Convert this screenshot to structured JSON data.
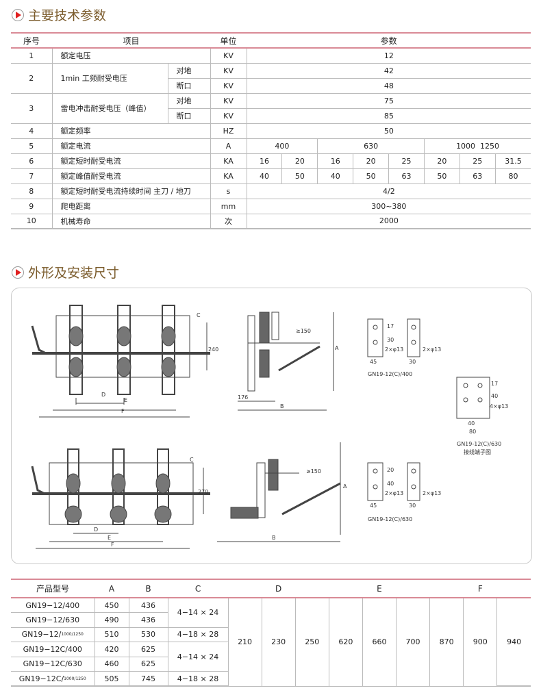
{
  "section1": {
    "title": "主要技术参数"
  },
  "params_table": {
    "headers": [
      "序号",
      "项目",
      "单位",
      "参数"
    ],
    "rows": [
      {
        "no": "1",
        "item": "额定电压",
        "unit": "KV",
        "values": [
          "12"
        ]
      },
      {
        "no": "2",
        "item": "1min 工频耐受电压",
        "sub": [
          {
            "label": "对地",
            "unit": "KV",
            "value": "42"
          },
          {
            "label": "断口",
            "unit": "KV",
            "value": "48"
          }
        ]
      },
      {
        "no": "3",
        "item": "雷电冲击耐受电压（峰值）",
        "sub": [
          {
            "label": "对地",
            "unit": "KV",
            "value": "75"
          },
          {
            "label": "断口",
            "unit": "KV",
            "value": "85"
          }
        ]
      },
      {
        "no": "4",
        "item": "额定频率",
        "unit": "HZ",
        "values": [
          "50"
        ]
      },
      {
        "no": "5",
        "item": "额定电流",
        "unit": "A",
        "values": [
          "400",
          "630",
          "1000  1250"
        ]
      },
      {
        "no": "6",
        "item": "额定短时耐受电流",
        "unit": "KA",
        "values": [
          "16",
          "20",
          "16",
          "20",
          "25",
          "20",
          "25",
          "31.5"
        ]
      },
      {
        "no": "7",
        "item": "额定峰值耐受电流",
        "unit": "KA",
        "values": [
          "40",
          "50",
          "40",
          "50",
          "63",
          "50",
          "63",
          "80"
        ]
      },
      {
        "no": "8",
        "item": "额定短时耐受电流持续时间 主刀 / 地刀",
        "unit": "s",
        "values": [
          "4/2"
        ]
      },
      {
        "no": "9",
        "item": "爬电距离",
        "unit": "mm",
        "values": [
          "300~380"
        ]
      },
      {
        "no": "10",
        "item": "机械寿命",
        "unit": "次",
        "values": [
          "2000"
        ]
      }
    ]
  },
  "section2": {
    "title": "外形及安装尺寸"
  },
  "drawing": {
    "labels": {
      "C": "C",
      "D": "D",
      "E": "E",
      "F": "F",
      "A": "A",
      "B": "B",
      "d240": "240",
      "d270": "270",
      "d176": "176",
      "d150": "≥150"
    },
    "terminal_400": {
      "caption": "GN19-12(C)/400",
      "dims": [
        "17",
        "30",
        "2×φ13",
        "45",
        "30"
      ]
    },
    "terminal_630_4": {
      "caption": "GN19-12(C)/630",
      "caption2": "接线端子图",
      "dims": [
        "17",
        "40",
        "4×φ13",
        "40",
        "80"
      ]
    },
    "terminal_630": {
      "caption": "GN19-12(C)/630",
      "dims": [
        "20",
        "40",
        "2×φ13",
        "45",
        "30"
      ]
    }
  },
  "dims_table": {
    "headers": [
      "产品型号",
      "A",
      "B",
      "C",
      "D",
      "E",
      "F"
    ],
    "rows": [
      {
        "model": "GN19−12/400",
        "A": "450",
        "B": "436"
      },
      {
        "model": "GN19−12/630",
        "A": "490",
        "B": "436"
      },
      {
        "model": "GN19−12/",
        "frac": "1000/1250",
        "A": "510",
        "B": "530"
      },
      {
        "model": "GN19−12C/400",
        "A": "420",
        "B": "625"
      },
      {
        "model": "GN19−12C/630",
        "A": "460",
        "B": "625"
      },
      {
        "model": "GN19−12C/",
        "frac": "1000/1250",
        "A": "505",
        "B": "745"
      }
    ],
    "C": [
      "4−14 × 24",
      "4−18 × 28",
      "4−14 × 24",
      "4−18 × 28"
    ],
    "D": [
      "210",
      "230",
      "250"
    ],
    "E": [
      "620",
      "660",
      "700"
    ],
    "F": [
      "870",
      "900",
      "940"
    ]
  }
}
